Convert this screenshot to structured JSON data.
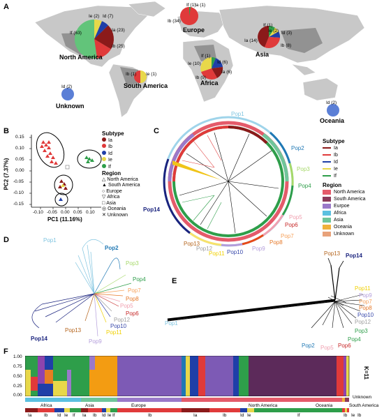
{
  "panels": {
    "a": "A",
    "b": "B",
    "c": "C",
    "d": "D",
    "e": "E",
    "f": "F"
  },
  "map": {
    "regions": {
      "north_america": "North America",
      "europe": "Europe",
      "asia": "Asia",
      "south_america": "South America",
      "africa": "Africa",
      "oceania": "Oceania",
      "unknown": "Unknown"
    },
    "counts": {
      "na_ie": "Ie (2)",
      "na_id": "Id (7)",
      "na_ia": "Ia (23)",
      "na_if": "If (63)",
      "na_ib": "Ib (25)",
      "eu_if": "If (1)",
      "eu_ia": "Ia (1)",
      "eu_ib": "Ib (34)",
      "as_if": "If (1)",
      "as_ie": "Ie (2)",
      "as_id": "Id (3)",
      "as_ia": "Ia (14)",
      "as_ib": "Ib (8)",
      "sa_ib": "Ib (1)",
      "sa_ie": "Ie (1)",
      "af_if": "If (1)",
      "af_id": "Id (6)",
      "af_ie": "Ie (10)",
      "af_ia": "Ia (6)",
      "af_ib": "Ib (9)",
      "un_id": "Id (2)",
      "oc_id": "Id (2)"
    }
  },
  "pca": {
    "xlabel": "PC1 (11.16%)",
    "ylabel": "PC2 (7.37%)",
    "yticks": [
      "0.15",
      "0.10",
      "0.05",
      "0.00",
      "-0.05",
      "-0.10",
      "-0.15"
    ],
    "xticks": [
      "-0.10",
      "-0.05",
      "0.00",
      "0.05",
      "0.10"
    ],
    "legend_subtype_title": "Subtype",
    "legend_subtypes": [
      "Ia",
      "Ib",
      "Id",
      "Ie",
      "If"
    ],
    "legend_region_title": "Region",
    "legend_regions": [
      "North America",
      "South America",
      "Europe",
      "Africa",
      "Asia",
      "Oceania",
      "Unknown"
    ]
  },
  "tree_c": {
    "pops": [
      "Pop1",
      "Pop2",
      "Pop3",
      "Pop4",
      "Pop5",
      "Pop6",
      "Pop7",
      "Pop8",
      "Pop9",
      "Pop10",
      "Pop11",
      "Pop12",
      "Pop13",
      "Pop14"
    ],
    "legend_subtype_title": "Subtype",
    "legend_subtypes": [
      "Ia",
      "Ib",
      "Id",
      "Ie",
      "If"
    ],
    "legend_region_title": "Region",
    "legend_regions": [
      "North America",
      "South America",
      "Eurpoe",
      "Africa",
      "Asia",
      "Oceania",
      "Unknown"
    ]
  },
  "tree_d": {
    "pops": [
      "Pop1",
      "Pop2",
      "Pop3",
      "Pop4",
      "Pop7",
      "Pop8",
      "Pop5",
      "Pop6",
      "Pop12",
      "Pop10",
      "Pop11",
      "Pop13",
      "Pop9",
      "Pop14"
    ]
  },
  "network_e": {
    "pops": [
      "Pop13",
      "Pop14",
      "Pop11",
      "Pop9",
      "Pop7",
      "Pop8",
      "Pop10",
      "Pop12",
      "Pop3",
      "Pop4",
      "Pop6",
      "Pop5",
      "Pop2",
      "Pop1"
    ]
  },
  "structure": {
    "yticks": [
      "1.00",
      "0.75",
      "0.50",
      "0.25",
      "0.00"
    ],
    "k_label": "K=11",
    "unknown_label": "Unknown",
    "region_labels": [
      "Africa",
      "Asia",
      "Europe",
      "North America",
      "Oceania",
      "South America"
    ],
    "subtype_labels": [
      "Ia",
      "Ib",
      "Id",
      "Ie",
      "If",
      "Ia",
      "Ib",
      "Id",
      "Ie",
      "If",
      "Ib",
      "Ia",
      "Ib",
      "Id",
      "Ie",
      "If",
      "Ib",
      "Ie",
      "Ib"
    ]
  },
  "colors": {
    "ia": "#8b1a1a",
    "ib": "#e03a3a",
    "id": "#1f3fa8",
    "ie": "#e8d84a",
    "if": "#2e9e4a",
    "na": "#e45b6a",
    "sa": "#8b3a5a",
    "eu": "#9a79c9",
    "af": "#5bc0e0",
    "as": "#6fc59a",
    "oc": "#f0b13a",
    "un": "#c87a3a"
  }
}
